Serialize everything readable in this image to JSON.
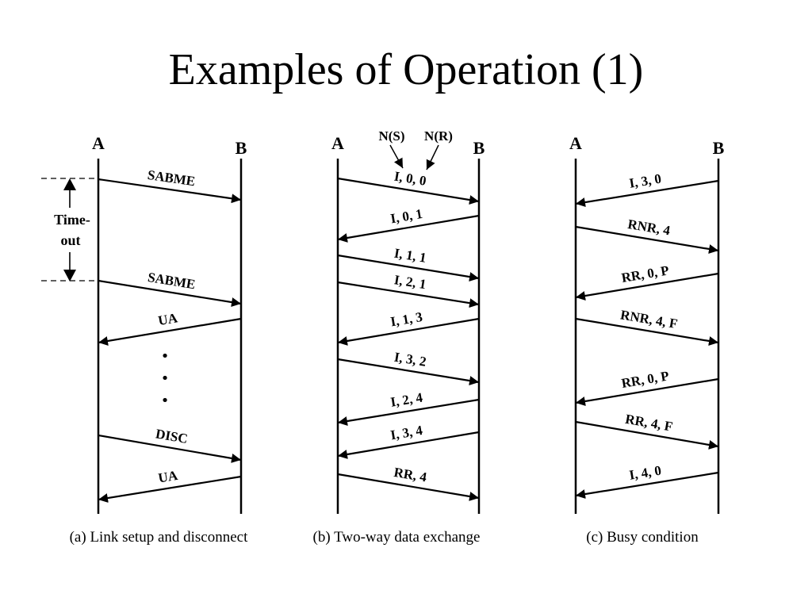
{
  "slide_title": "Examples of Operation (1)",
  "panels": [
    {
      "caption": "(a) Link setup and disconnect",
      "node_a": "A",
      "node_b": "B",
      "messages": [
        {
          "from": "A",
          "label": "SABME"
        },
        {
          "from": "A",
          "label": "SABME"
        },
        {
          "from": "B",
          "label": "UA"
        },
        {
          "from": "A",
          "label": "DISC"
        },
        {
          "from": "B",
          "label": "UA"
        }
      ],
      "timeout_line1": "Time-",
      "timeout_line2": "out",
      "ellipsis": "•"
    },
    {
      "caption": "(b) Two-way data exchange",
      "node_a": "A",
      "node_b": "B",
      "ns_label": "N(S)",
      "nr_label": "N(R)",
      "messages": [
        {
          "from": "A",
          "label": "I, 0, 0"
        },
        {
          "from": "B",
          "label": "I, 0, 1"
        },
        {
          "from": "A",
          "label": "I, 1, 1"
        },
        {
          "from": "A",
          "label": "I, 2, 1"
        },
        {
          "from": "B",
          "label": "I, 1, 3"
        },
        {
          "from": "A",
          "label": "I, 3, 2"
        },
        {
          "from": "B",
          "label": "I, 2, 4"
        },
        {
          "from": "B",
          "label": "I, 3, 4"
        },
        {
          "from": "A",
          "label": "RR, 4"
        }
      ]
    },
    {
      "caption": "(c) Busy condition",
      "node_a": "A",
      "node_b": "B",
      "messages": [
        {
          "from": "B",
          "label": "I, 3, 0"
        },
        {
          "from": "A",
          "label": "RNR, 4"
        },
        {
          "from": "B",
          "label": "RR, 0, P"
        },
        {
          "from": "A",
          "label": "RNR, 4, F"
        },
        {
          "from": "B",
          "label": "RR, 0, P"
        },
        {
          "from": "A",
          "label": "RR, 4, F"
        },
        {
          "from": "B",
          "label": "I, 4, 0"
        }
      ]
    }
  ]
}
